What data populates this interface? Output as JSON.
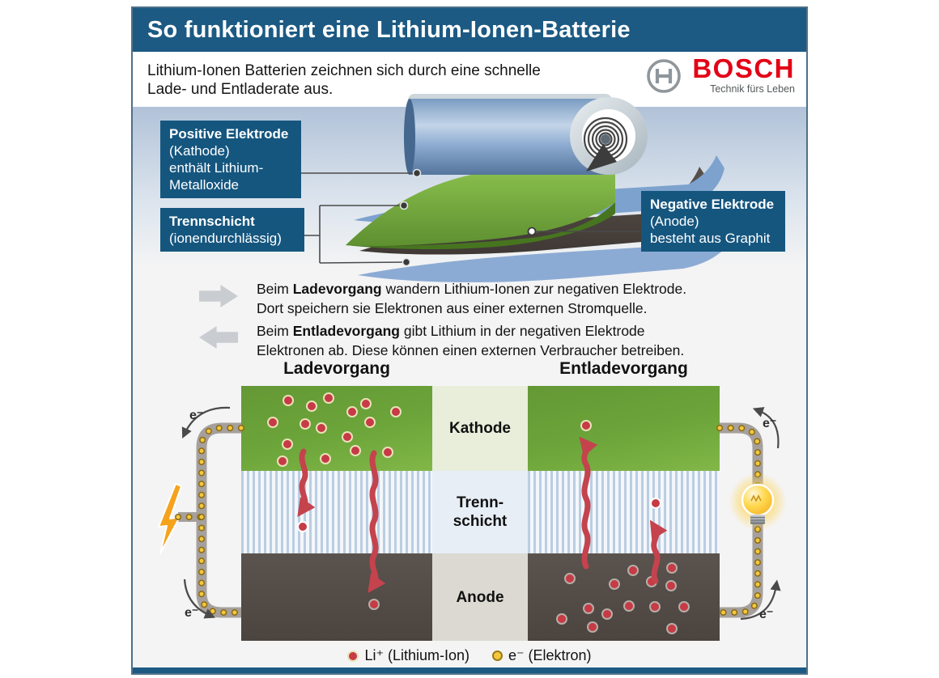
{
  "header": {
    "title": "So funktioniert eine Lithium-Ionen-Batterie",
    "subtitle_line1": "Lithium-Ionen Batterien zeichnen sich durch eine schnelle",
    "subtitle_line2": "Lade- und Entladerate aus.",
    "brand": {
      "name": "BOSCH",
      "tagline": "Technik fürs Leben",
      "color": "#e30016"
    }
  },
  "roll_labels": {
    "positive": {
      "title": "Positive Elektrode",
      "line1": "(Kathode)",
      "line2": "enthält Lithium-",
      "line3": "Metalloxide"
    },
    "separator": {
      "title": "Trennschicht",
      "line1": "(ionendurchlässig)"
    },
    "negative": {
      "title": "Negative Elektrode",
      "line1": "(Anode)",
      "line2": "besteht aus Graphit"
    }
  },
  "process_notes": [
    {
      "lead": "Beim ",
      "bold": "Ladevorgang",
      "rest": " wandern Lithium-Ionen zur negativen Elektrode.",
      "line2": "Dort speichern sie Elektronen aus einer externen Stromquelle."
    },
    {
      "lead": "Beim ",
      "bold": "Entladevorgang",
      "rest": " gibt Lithium in der negativen Elektrode",
      "line2": "Elektronen ab. Diese können einen externen Verbraucher betreiben."
    }
  ],
  "diagrams": {
    "lade_title": "Ladevorgang",
    "entlade_title": "Entladevorgang",
    "layer_kathode": "Kathode",
    "layer_trenn_line1": "Trenn-",
    "layer_trenn_line2": "schicht",
    "layer_anode": "Anode"
  },
  "labels": {
    "electron": "e⁻"
  },
  "legend": {
    "li_ion": "Li⁺ (Lithium-Ion)",
    "electron": "e⁻ (Elektron)"
  },
  "colors": {
    "title_bar": "#1c5a83",
    "label_box": "#15567f",
    "brand_red": "#e30016",
    "kathode_green": "#6ca53a",
    "anode_gray": "#4e4742",
    "ion_red": "#c63b45",
    "electron_yellow": "#f4c83e",
    "wire_gray": "#a5a09c",
    "arrow_red": "#c4434d",
    "bolt_orange": "#f6a21d"
  },
  "ion_dots": {
    "groups": [
      {
        "name": "lade-kathode",
        "ring": "#e9e2b8",
        "dots": [
          [
            192,
            485
          ],
          [
            242,
            482
          ],
          [
            221,
            492
          ],
          [
            288,
            489
          ],
          [
            325,
            499
          ],
          [
            271,
            499
          ],
          [
            173,
            512
          ],
          [
            213,
            514
          ],
          [
            233,
            519
          ],
          [
            293,
            512
          ],
          [
            265,
            530
          ],
          [
            191,
            539
          ],
          [
            275,
            547
          ],
          [
            315,
            549
          ],
          [
            185,
            560
          ],
          [
            238,
            557
          ]
        ]
      },
      {
        "name": "lade-trenn",
        "ring": "#ffffff",
        "dots": [
          [
            210,
            641
          ]
        ]
      },
      {
        "name": "lade-anode",
        "ring": "#b5aea8",
        "dots": [
          [
            298,
            737
          ]
        ]
      },
      {
        "name": "entlade-kathode",
        "ring": "#e9e2b8",
        "dots": [
          [
            560,
            516
          ]
        ]
      },
      {
        "name": "entlade-trenn",
        "ring": "#ffffff",
        "dots": [
          [
            646,
            612
          ]
        ]
      },
      {
        "name": "entlade-anode",
        "ring": "#b5aea8",
        "dots": [
          [
            540,
            705
          ],
          [
            595,
            712
          ],
          [
            618,
            695
          ],
          [
            641,
            709
          ],
          [
            666,
            692
          ],
          [
            665,
            714
          ],
          [
            563,
            742
          ],
          [
            586,
            749
          ],
          [
            613,
            739
          ],
          [
            645,
            740
          ],
          [
            681,
            740
          ],
          [
            530,
            755
          ],
          [
            568,
            765
          ],
          [
            666,
            767
          ]
        ]
      }
    ]
  }
}
